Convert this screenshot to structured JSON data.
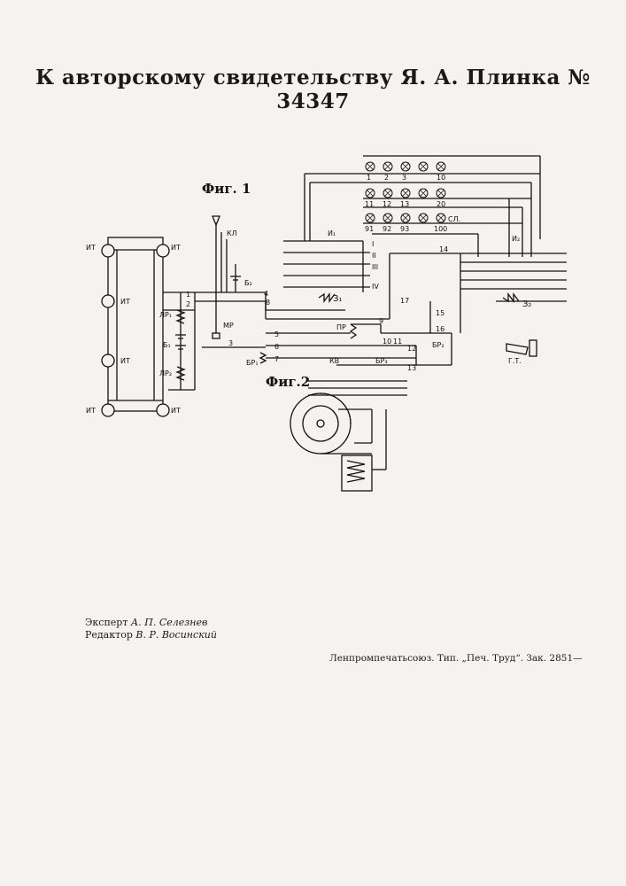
{
  "header": {
    "title": "К авторскому свидетельству Я. А. Плинка № 34347"
  },
  "figures": {
    "fig1": "Фиг. 1",
    "fig2": "Фиг.2"
  },
  "labels": {
    "it": "ИТ",
    "kl": "КЛ",
    "b2": "Б₂",
    "lr1": "ЛР₁",
    "b1": "Б₁",
    "lr2": "ЛР₂",
    "mr": "МР",
    "br1": "БР₁",
    "i1": "И₁",
    "i2": "И₂",
    "z1": "З₁",
    "z2": "З₂",
    "pr": "ПР",
    "kv": "КВ",
    "br2": "БР₂",
    "br3": "БР₃",
    "gt": "Г.Т.",
    "roman": [
      "I",
      "II",
      "III",
      "IV"
    ],
    "lamp_rows": [
      [
        "1",
        "2",
        "3",
        "",
        "10"
      ],
      [
        "11",
        "12",
        "13",
        "",
        "20"
      ],
      [
        "91",
        "92",
        "93",
        "",
        "100",
        "СЛ."
      ]
    ],
    "terminals": [
      "1",
      "2",
      "3",
      "4",
      "5",
      "6",
      "7",
      "8",
      "9",
      "10",
      "11",
      "12",
      "13",
      "14",
      "15",
      "16",
      "17"
    ]
  },
  "credits": {
    "expert_role": "Эксперт",
    "expert_name": "А. П. Селезнев",
    "editor_role": "Редактор",
    "editor_name": "В. Р. Восинский"
  },
  "printer": "Ленпромпечатьсоюз. Тип. „Печ. Труд“. Зак. 2851—"
}
